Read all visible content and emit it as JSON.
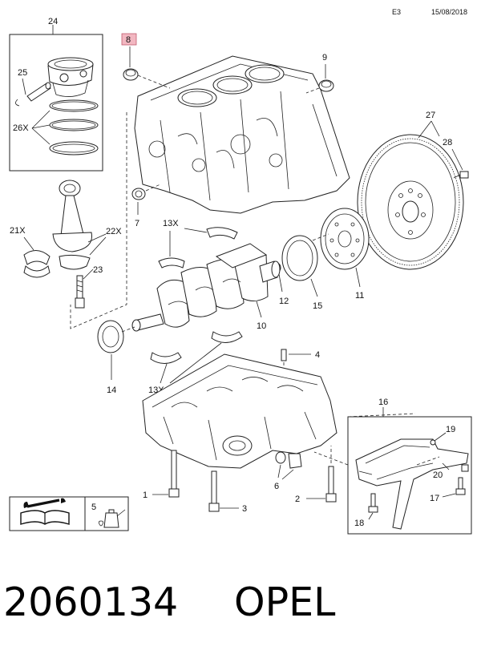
{
  "header": {
    "code": "E3",
    "date": "15/08/2018"
  },
  "callouts": {
    "c24": "24",
    "c25": "25",
    "c26x": "26X",
    "c8": "8",
    "c9": "9",
    "c7": "7",
    "c27": "27",
    "c28": "28",
    "c21x": "21X",
    "c22x": "22X",
    "c13x_top": "13X",
    "c23": "23",
    "c12": "12",
    "c15": "15",
    "c11": "11",
    "c10": "10",
    "c14": "14",
    "c13x_bottom": "13X",
    "c4": "4",
    "c16": "16",
    "c19": "19",
    "c20": "20",
    "c17": "17",
    "c18": "18",
    "c1": "1",
    "c3": "3",
    "c2": "2",
    "c6": "6",
    "c5": "5"
  },
  "footer": {
    "part_number": "2060134",
    "brand": "OPEL"
  },
  "colors": {
    "highlight_label": "#f2b7c1",
    "line": "#222222"
  },
  "icons": {
    "manual": "wrench-book-icon",
    "lubricant": "oil-can-icon"
  }
}
